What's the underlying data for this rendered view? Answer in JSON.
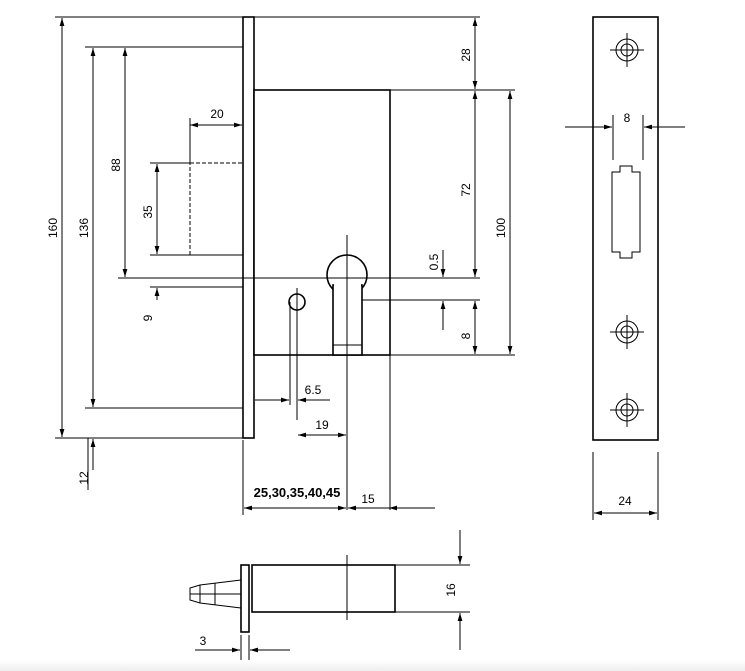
{
  "dimensions": {
    "overall_height": "160",
    "latch_to_bottom": "136",
    "top_to_latch": "88",
    "latch_height": "35",
    "latch_offset": "9",
    "bottom_margin": "12",
    "latch_projection": "20",
    "top_margin": "28",
    "top_to_cylinder": "72",
    "body_height": "100",
    "cylinder_offset": "0.5",
    "cylinder_below": "8",
    "hole_offset": "6.5",
    "hole_spacing": "19",
    "backset_options": "25,30,35,40,45",
    "cylinder_to_back": "15",
    "faceplate_slot_width": "8",
    "faceplate_width": "24",
    "bolt_height": "16",
    "faceplate_thickness": "3"
  }
}
